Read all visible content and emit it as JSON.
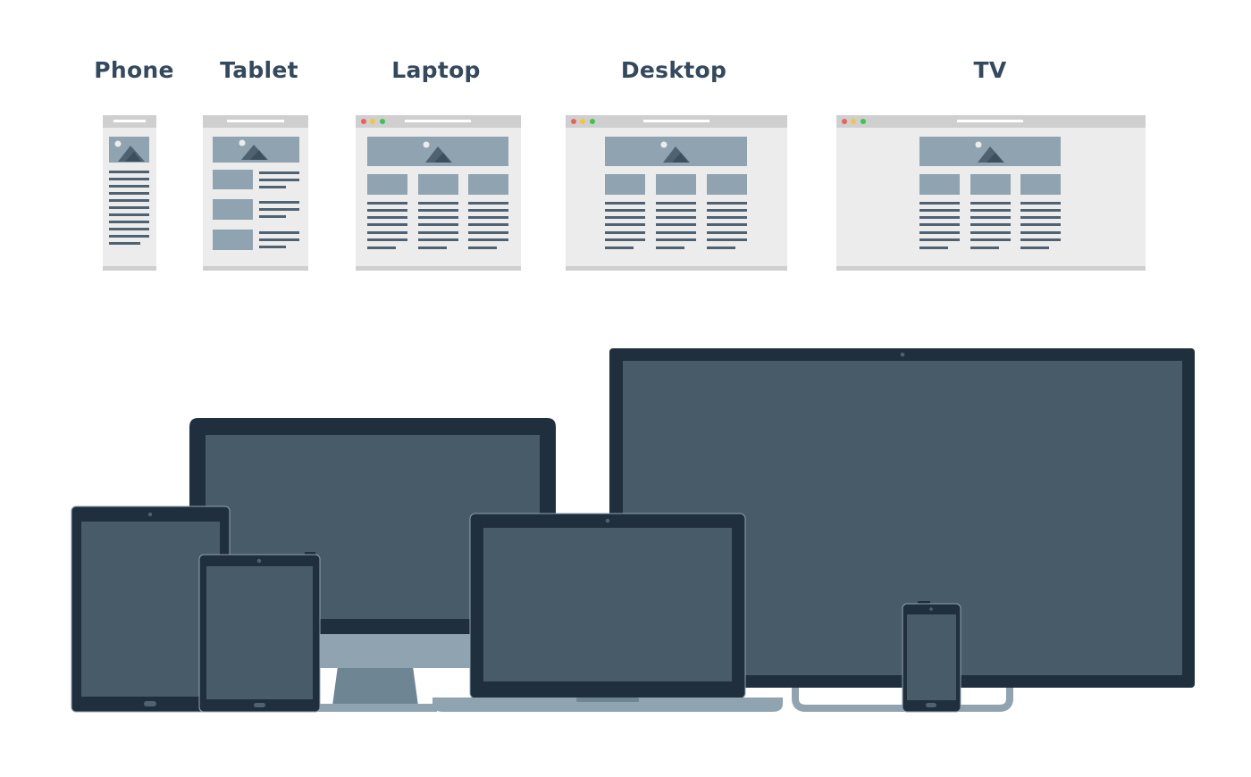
{
  "categories": [
    {
      "id": "phone",
      "label": "Phone"
    },
    {
      "id": "tablet",
      "label": "Tablet"
    },
    {
      "id": "laptop",
      "label": "Laptop"
    },
    {
      "id": "desktop",
      "label": "Desktop"
    },
    {
      "id": "tv",
      "label": "TV"
    }
  ],
  "colors": {
    "label_text": "#34495e",
    "wireframe_bg": "#ececec",
    "wireframe_bar": "#cfcfcf",
    "wireframe_block": "#8fa3b0",
    "wireframe_line": "#4f6272",
    "window_dot_red": "#ec5f5f",
    "window_dot_yellow": "#f5c342",
    "window_dot_green": "#3fc24e",
    "device_frame": "#1f2f3d",
    "device_screen": "#485b68",
    "device_stand": "#8fa3b0",
    "device_stand_dark": "#6e8593"
  }
}
